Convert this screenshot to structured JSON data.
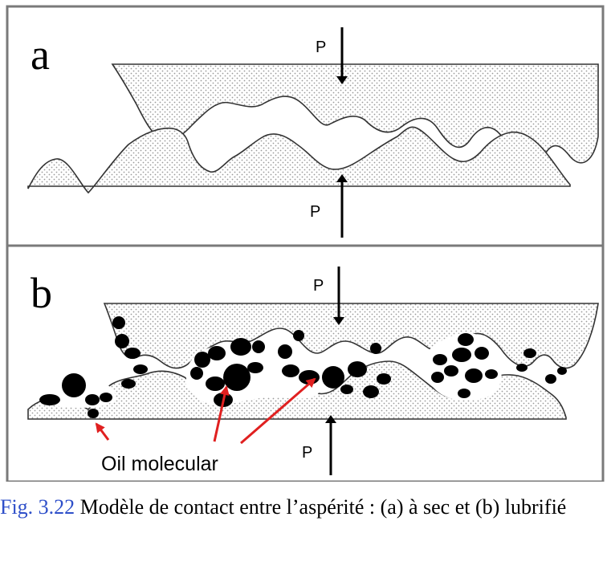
{
  "panels": {
    "a": {
      "label": "a",
      "top_force": "P",
      "bottom_force": "P"
    },
    "b": {
      "label": "b",
      "top_force": "P",
      "bottom_force": "P",
      "annotation": "Oil molecular"
    }
  },
  "caption": {
    "ref": "Fig. 3.22",
    "text": " Modèle de contact entre l’aspérité : (a) à sec et (b) lubrifié"
  },
  "colors": {
    "frame": "#7a7a7a",
    "arrow_red": "#e02020",
    "caption_ref": "#2e4fc9"
  }
}
